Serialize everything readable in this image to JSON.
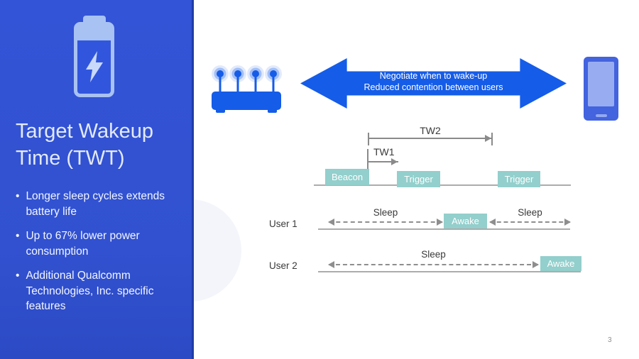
{
  "slide": {
    "sidebar": {
      "title": "Target Wakeup\nTime (TWT)",
      "bullets": [
        "Longer sleep cycles extends\nbattery life",
        "Up to 67% lower power\nconsumption",
        "Additional Qualcomm\nTechnologies, Inc. specific\nfeatures"
      ]
    },
    "arrow_banner": {
      "line1": "Negotiate when to wake-up",
      "line2": "Reduced contention between users"
    },
    "timing": {
      "tw2_label": "TW2",
      "tw1_label": "TW1",
      "beacon_label": "Beacon",
      "trigger1_label": "Trigger",
      "trigger2_label": "Trigger"
    },
    "user1": {
      "label": "User 1",
      "sleep_left": "Sleep",
      "awake": "Awake",
      "sleep_right": "Sleep"
    },
    "user2": {
      "label": "User 2",
      "sleep": "Sleep",
      "awake": "Awake"
    },
    "page_number": "3",
    "icons": {
      "battery": "battery-with-lightning-bolt",
      "router": "wifi-router-four-antennas",
      "arrow": "double-headed-arrow",
      "phone": "smartphone"
    },
    "colors": {
      "sidebar_blue": "#3151d0",
      "accent_blue": "#155ce8",
      "phone_blue": "#4363df",
      "icon_light_blue": "#a8c2f3",
      "teal": "#93cfcc",
      "line_gray": "#acacac",
      "label_gray": "#3a3a3a"
    }
  }
}
